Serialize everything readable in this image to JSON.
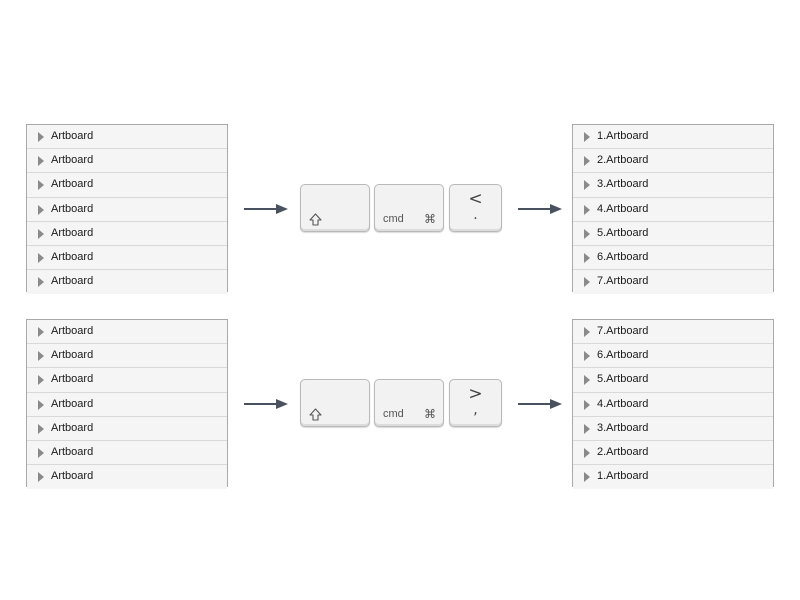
{
  "top_example": {
    "before_items": [
      "Artboard",
      "Artboard",
      "Artboard",
      "Artboard",
      "Artboard",
      "Artboard",
      "Artboard"
    ],
    "shortcut": {
      "cmd_label": "cmd",
      "cmd_symbol": "⌘",
      "punct_upper": "<",
      "punct_lower": "."
    },
    "after_items": [
      "1.Artboard",
      "2.Artboard",
      "3.Artboard",
      "4.Artboard",
      "5.Artboard",
      "6.Artboard",
      "7.Artboard"
    ]
  },
  "bottom_example": {
    "before_items": [
      "Artboard",
      "Artboard",
      "Artboard",
      "Artboard",
      "Artboard",
      "Artboard",
      "Artboard"
    ],
    "shortcut": {
      "cmd_label": "cmd",
      "cmd_symbol": "⌘",
      "punct_upper": ">",
      "punct_lower": ","
    },
    "after_items": [
      "7.Artboard",
      "6.Artboard",
      "5.Artboard",
      "4.Artboard",
      "3.Artboard",
      "2.Artboard",
      "1.Artboard"
    ]
  }
}
